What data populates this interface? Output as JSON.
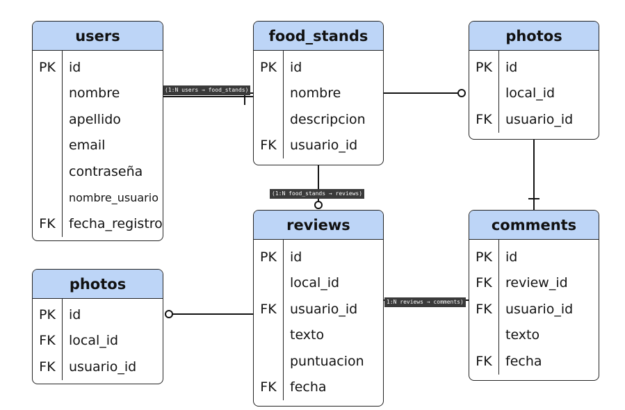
{
  "entities": {
    "users": {
      "title": "users",
      "rows": [
        {
          "key": "PK",
          "name": "id"
        },
        {
          "key": "",
          "name": "nombre"
        },
        {
          "key": "",
          "name": "apellido"
        },
        {
          "key": "",
          "name": "email"
        },
        {
          "key": "",
          "name": "contraseña"
        },
        {
          "key": "",
          "name": "nombre_usuario"
        },
        {
          "key": "FK",
          "name": "fecha_registro"
        }
      ]
    },
    "food_stands": {
      "title": "food_stands",
      "rows": [
        {
          "key": "PK",
          "name": "id"
        },
        {
          "key": "",
          "name": "nombre"
        },
        {
          "key": "",
          "name": "descripcion"
        },
        {
          "key": "FK",
          "name": "usuario_id"
        }
      ]
    },
    "photos_top": {
      "title": "photos",
      "rows": [
        {
          "key": "PK",
          "name": "id"
        },
        {
          "key": "",
          "name": "local_id"
        },
        {
          "key": "FK",
          "name": "usuario_id"
        }
      ]
    },
    "reviews": {
      "title": "reviews",
      "rows": [
        {
          "key": "PK",
          "name": "id"
        },
        {
          "key": "",
          "name": "local_id"
        },
        {
          "key": "FK",
          "name": "usuario_id"
        },
        {
          "key": "",
          "name": "texto"
        },
        {
          "key": "",
          "name": "puntuacion"
        },
        {
          "key": "FK",
          "name": "fecha"
        }
      ]
    },
    "comments": {
      "title": "comments",
      "rows": [
        {
          "key": "PK",
          "name": "id"
        },
        {
          "key": "FK",
          "name": "review_id"
        },
        {
          "key": "FK",
          "name": "usuario_id"
        },
        {
          "key": "",
          "name": "texto"
        },
        {
          "key": "FK",
          "name": "fecha"
        }
      ]
    },
    "photos_bottom": {
      "title": "photos",
      "rows": [
        {
          "key": "PK",
          "name": "id"
        },
        {
          "key": "FK",
          "name": "local_id"
        },
        {
          "key": "FK",
          "name": "usuario_id"
        }
      ]
    }
  },
  "relationship_labels": {
    "users_food_stands": "(1:N users → food_stands)",
    "food_stands_reviews": "(1:N food_stands → reviews)",
    "reviews_comments": "1:N reviews → comments)"
  }
}
